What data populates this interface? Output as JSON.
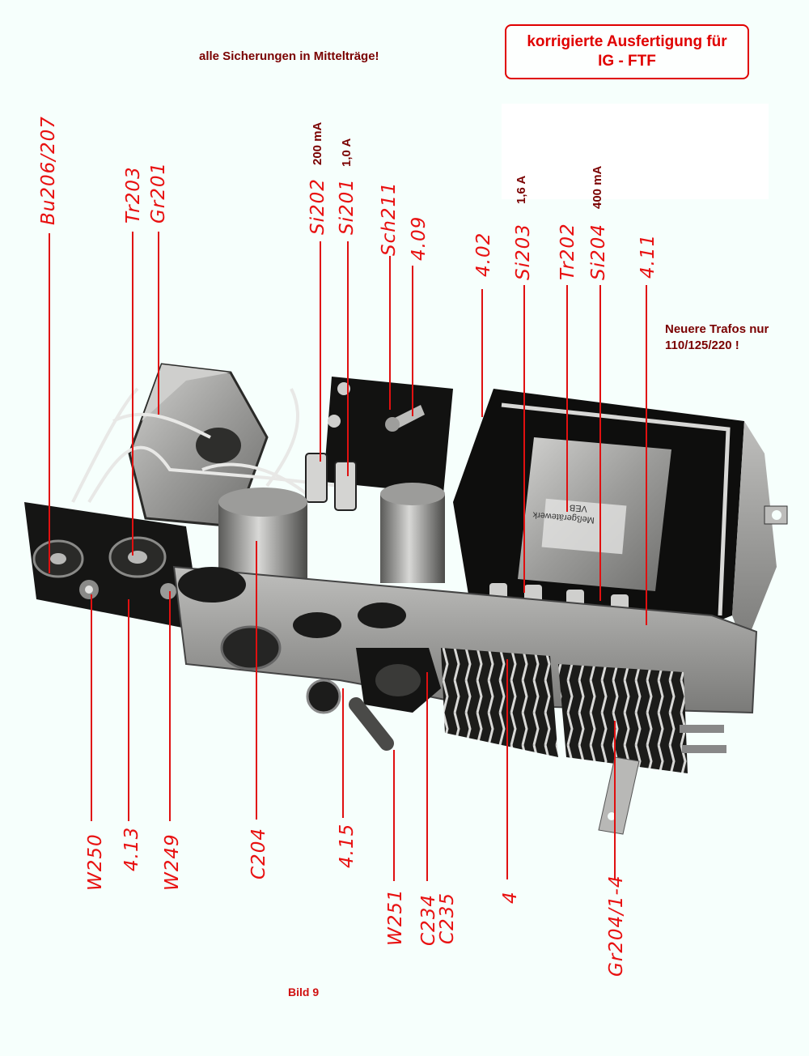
{
  "page": {
    "background": "#f6fffc",
    "accent_red": "#e81010",
    "note_dark_red": "#7a0000"
  },
  "notes": {
    "top_note": "alle Sicherungen in Mittelträge!",
    "boxed_note_line1": "korrigierte Ausfertigung für",
    "boxed_note_line2": "IG - FTF",
    "side_note_line1": "Neuere Trafos nur",
    "side_note_line2": "110/125/220 !"
  },
  "caption": "Bild 9",
  "top_labels": [
    {
      "id": "Bu206/207",
      "text": "Bu206/207"
    },
    {
      "id": "Tr203",
      "text": "Tr203"
    },
    {
      "id": "Gr201",
      "text": "Gr201"
    },
    {
      "id": "Si202",
      "text": "Si202",
      "rating": "200 mA"
    },
    {
      "id": "Si201",
      "text": "Si201",
      "rating": "1,0 A"
    },
    {
      "id": "Sch211",
      "text": "Sch211"
    },
    {
      "id": "4.09",
      "text": "4.09"
    },
    {
      "id": "4.02",
      "text": "4.02"
    },
    {
      "id": "Si203",
      "text": "Si203",
      "rating": "1,6 A"
    },
    {
      "id": "Tr202",
      "text": "Tr202"
    },
    {
      "id": "Si204",
      "text": "Si204",
      "rating": "400 mA"
    },
    {
      "id": "4.11",
      "text": "4.11"
    }
  ],
  "bottom_labels": [
    {
      "id": "W250",
      "text": "W250"
    },
    {
      "id": "4.13",
      "text": "4.13"
    },
    {
      "id": "W249",
      "text": "W249"
    },
    {
      "id": "C204",
      "text": "C204"
    },
    {
      "id": "4.15",
      "text": "4.15"
    },
    {
      "id": "W251",
      "text": "W251"
    },
    {
      "id": "C234",
      "text": "C234"
    },
    {
      "id": "C235",
      "text": "C235"
    },
    {
      "id": "4",
      "text": "4"
    },
    {
      "id": "Gr204/1-4",
      "text": "Gr204/1-4"
    }
  ],
  "transformer_plate": {
    "line1": "VEB",
    "line2": "Meßgerätewerk"
  }
}
